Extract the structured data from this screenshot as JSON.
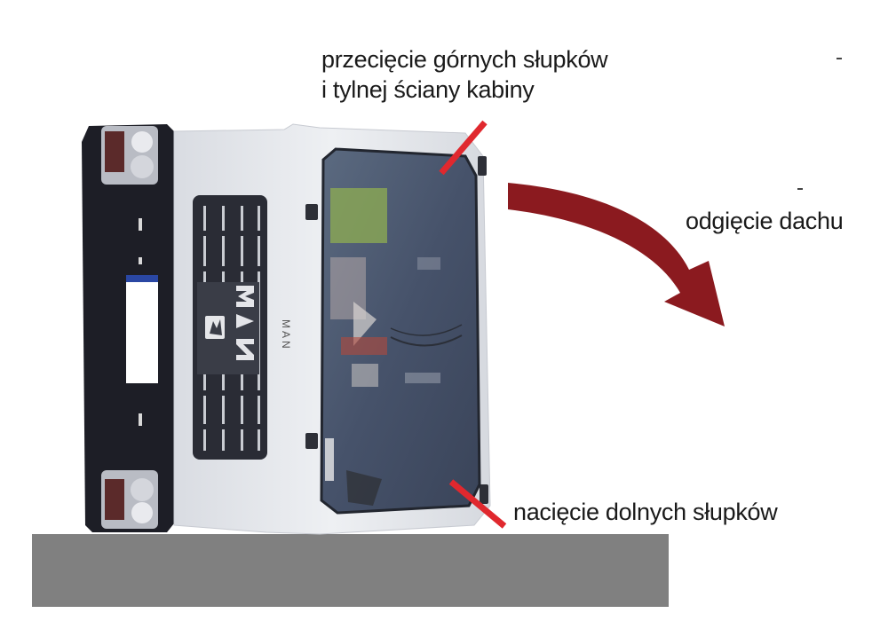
{
  "annotations": {
    "top_cut": {
      "line1": "przecięcie górnych słupków",
      "line2": "i tylnej ściany kabiny"
    },
    "roof_fold": "odgięcie dachu",
    "bottom_cut": "nacięcie dolnych słupków"
  },
  "vehicle": {
    "brand_logo": "MAN",
    "emblem": "MAN"
  },
  "colors": {
    "cut_marker": "#e0282e",
    "arrow": "#8b1a1f",
    "ground": "#808080",
    "cab_body": "#e8eaed",
    "window": "#4d5a6e"
  },
  "icons": [
    "lion-emblem-icon",
    "curved-arrow-icon"
  ]
}
